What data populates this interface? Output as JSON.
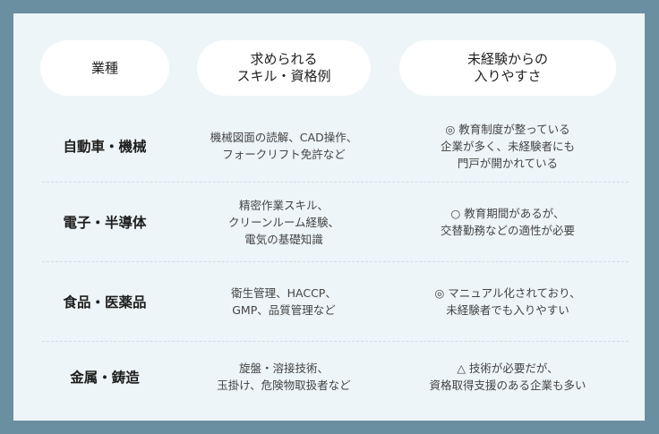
{
  "header": {
    "col1": "業種",
    "col2": "求められる\nスキル・資格例",
    "col3": "未経験からの\n入りやすさ"
  },
  "rows": [
    {
      "industry": "自動車・機械",
      "skills": "機械図面の読解、CAD操作、\nフォークリフト免許など",
      "ease": "◎ 教育制度が整っている\n企業が多く、未経験者にも\n門戸が開かれている"
    },
    {
      "industry": "電子・半導体",
      "skills": "精密作業スキル、\nクリーンルーム経験、\n電気の基礎知識",
      "ease": "○ 教育期間があるが、\n交替勤務などの適性が必要"
    },
    {
      "industry": "食品・医薬品",
      "skills": "衛生管理、HACCP、\nGMP、品質管理など",
      "ease": "◎ マニュアル化されており、\n未経験者でも入りやすい"
    },
    {
      "industry": "金属・鋳造",
      "skills": "旋盤・溶接技術、\n玉掛け、危険物取扱者など",
      "ease": "△ 技術が必要だが、\n資格取得支援のある企業も多い"
    }
  ]
}
